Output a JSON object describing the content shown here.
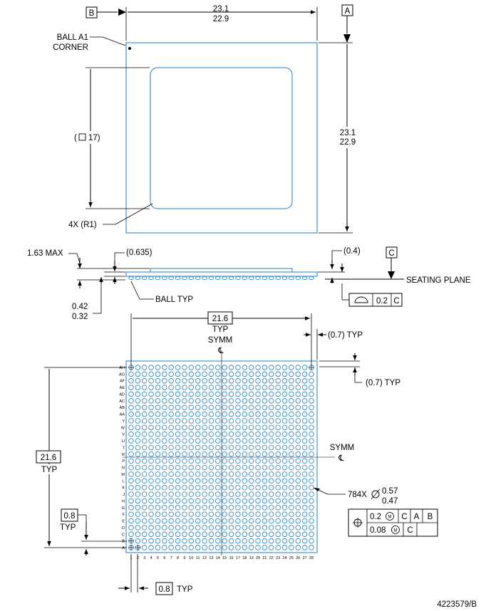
{
  "top_view": {
    "datum_b": "B",
    "datum_a": "A",
    "width_max": "23.1",
    "width_min": "22.9",
    "height_max": "23.1",
    "height_min": "22.9",
    "ball_a1_line1": "BALL A1",
    "ball_a1_line2": "CORNER",
    "inner_size_prefix": "(",
    "inner_size_value": "17)",
    "corner_radius": "4X (R1)"
  },
  "side_view": {
    "max_height": "1.63 MAX",
    "lid_thickness": "(0.635)",
    "edge_clearance": "(0.4)",
    "datum_c": "C",
    "seating_plane": "SEATING PLANE",
    "ball_typ": "BALL TYP",
    "ball_height_max": "0.42",
    "ball_height_min": "0.32",
    "coplanarity_value": "0.2",
    "coplanarity_datum": "C"
  },
  "bottom_view": {
    "horiz_span": "21.6",
    "horiz_typ": "TYP",
    "symm_top": "SYMM",
    "centerline": "℄",
    "edge_offset_top": "(0.7) TYP",
    "edge_offset_right": "(0.7) TYP",
    "vert_span": "21.6",
    "vert_typ": "TYP",
    "symm_right": "SYMM",
    "ball_count": "784X",
    "ball_dia_max": "0.57",
    "ball_dia_min": "0.47",
    "pos_tol_1": "0.2",
    "pos_datum_1": "C",
    "pos_datum_2": "A",
    "pos_datum_3": "B",
    "pos_tol_2": "0.08",
    "pos_datum_4": "C",
    "pitch_v": "0.8",
    "pitch_v_typ": "TYP",
    "pitch_h": "0.8",
    "pitch_h_typ": "TYP",
    "row_labels": [
      "AH",
      "AG",
      "AF",
      "AE",
      "AD",
      "AC",
      "AB",
      "AA",
      "Y",
      "W",
      "V",
      "U",
      "T",
      "R",
      "P",
      "N",
      "M",
      "L",
      "K",
      "J",
      "H",
      "G",
      "F",
      "E",
      "D",
      "C",
      "B",
      "A"
    ],
    "col_labels": [
      "1",
      "2",
      "3",
      "4",
      "5",
      "6",
      "7",
      "8",
      "9",
      "10",
      "11",
      "12",
      "13",
      "14",
      "15",
      "16",
      "17",
      "18",
      "19",
      "20",
      "21",
      "22",
      "23",
      "24",
      "25",
      "26",
      "27",
      "28"
    ]
  },
  "drawing_id": "4223579/B",
  "colors": {
    "outline": "#1e7fc4",
    "dims": "#000000"
  }
}
